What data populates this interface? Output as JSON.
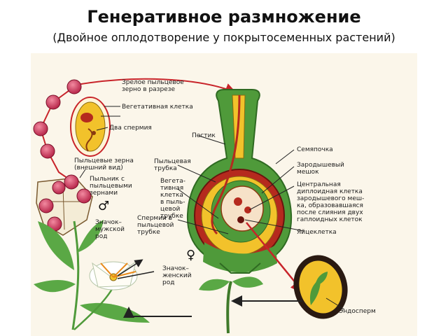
{
  "header": {
    "title": "Генеративное размножение",
    "subtitle": "(Двойное оплодотворение у покрытосеменных растений)"
  },
  "labels": {
    "pollen_section": [
      "Зрелое пыльцевое",
      "зерно в разрезе"
    ],
    "vegetative_cell": [
      "Вегетативная клетка"
    ],
    "two_sperms": [
      "Два спермия"
    ],
    "pistil": [
      "Пестик"
    ],
    "ovule": [
      "Семяпочка"
    ],
    "embryo_sac": [
      "Зародышевый",
      "мешок"
    ],
    "pollen_external": [
      "Пыльцевые зерна",
      "(внешний вид)"
    ],
    "pollen_tube": [
      "Пыльцевая",
      "трубка"
    ],
    "anther": [
      "Пыльник с",
      "пыльцевыми",
      "зернами"
    ],
    "vegetative_in_tube": [
      "Вегета-",
      "тивная",
      "клетка",
      "в пыль-",
      "цевой",
      "трубке"
    ],
    "central_cell": [
      "Центральная",
      "диплоидная клетка",
      "зародышевого меш-",
      "ка, образовавшаяся",
      "после слияния двух",
      "гаплоидных клеток"
    ],
    "male_symbol": "♂",
    "male_flower": [
      "Значок–",
      "мужской",
      "род"
    ],
    "sperm_in_tube": [
      "Спермии в",
      "пыльцевой",
      "трубке"
    ],
    "egg_cell": [
      "Яйцеклетка"
    ],
    "female_symbol": "♀",
    "female_flower": [
      "Значок–",
      "женский",
      "род"
    ],
    "endosperm": [
      "Эндосперм"
    ]
  },
  "colors": {
    "pollen_grain": "#d94a6a",
    "pistil_green": "#4f9a3a",
    "ovary_red": "#b52a1e",
    "yellow": "#f2c22b",
    "arrow": "#c8242a",
    "seed_dark": "#2a1a12",
    "leaf": "#5aa845"
  }
}
